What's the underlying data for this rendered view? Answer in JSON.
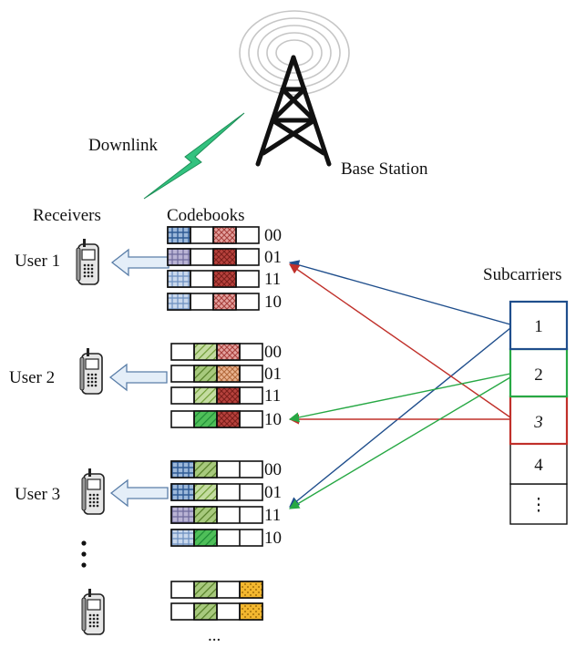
{
  "labels": {
    "downlink": "Downlink",
    "base_station": "Base Station",
    "receivers": "Receivers",
    "codebooks": "Codebooks",
    "subcarriers": "Subcarriers",
    "ellipsis": "..."
  },
  "users": [
    {
      "label": "User 1"
    },
    {
      "label": "User 2"
    },
    {
      "label": "User 3"
    }
  ],
  "codewords": {
    "user1": [
      "00",
      "01",
      "11",
      "10"
    ],
    "user2": [
      "00",
      "01",
      "11",
      "10"
    ],
    "user3": [
      "00",
      "01",
      "11",
      "10"
    ]
  },
  "subcarriers": [
    "1",
    "2",
    "3",
    "4",
    "⋮"
  ],
  "colors": {
    "subcarrier1": "#1f4e8c",
    "subcarrier2": "#27a844",
    "subcarrier3": "#c0302a",
    "codebook_blue": "#4f81bd",
    "codebook_red": "#c0504d",
    "codebook_green": "#76a83a",
    "codebook_orange": "#f0b429",
    "downlink": "#2bb673"
  }
}
